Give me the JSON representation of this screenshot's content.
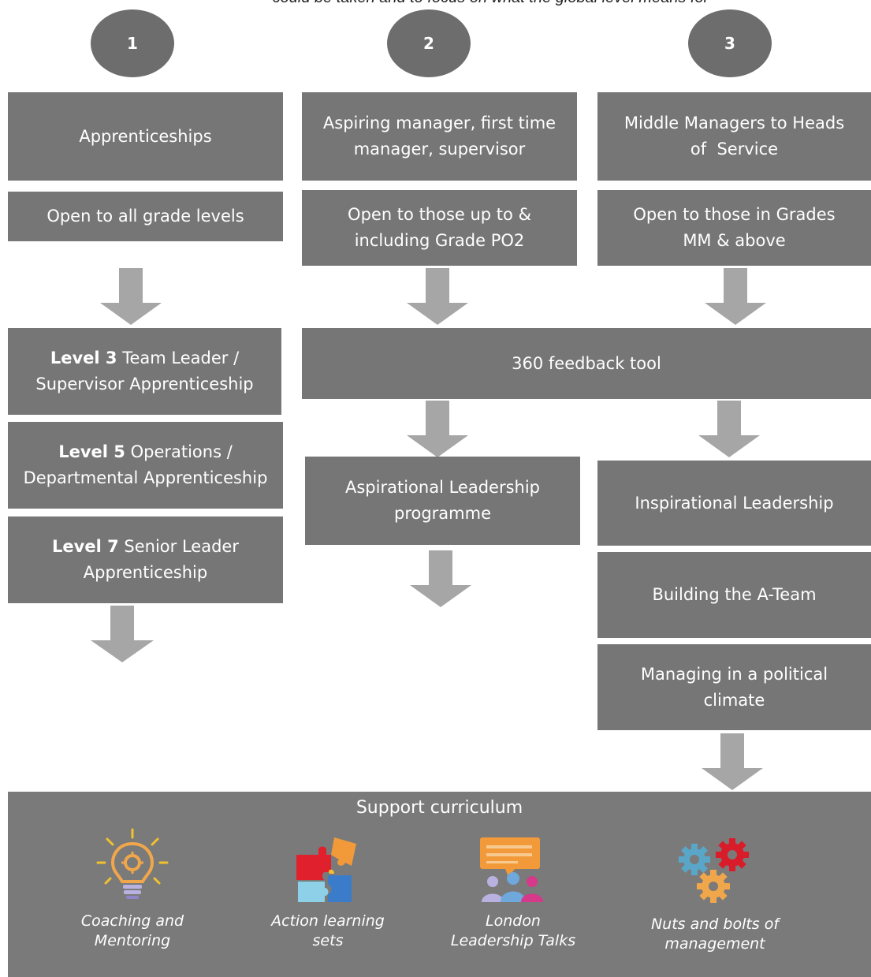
{
  "header_fragment": "could be taken and to focus on what the global level means for",
  "steps": [
    "1",
    "2",
    "3"
  ],
  "column1": {
    "title": "Apprenticeships",
    "eligibility": "Open to all grade levels",
    "items": [
      {
        "level": "Level 3",
        "rest1": " Team Leader /",
        "line2": "Supervisor Apprenticeship"
      },
      {
        "level": "Level 5",
        "rest1": " Operations /",
        "line2": "Departmental Apprenticeship"
      },
      {
        "level": "Level 7",
        "rest1": " Senior Leader",
        "line2": "Apprenticeship"
      }
    ]
  },
  "column2": {
    "title_line1": "Aspiring manager, first time",
    "title_line2": "manager, supervisor",
    "eligibility_line1": "Open to those up to &",
    "eligibility_line2": "including Grade PO2",
    "programme_line1": "Aspirational Leadership",
    "programme_line2": "programme"
  },
  "column3": {
    "title_line1": "Middle Managers to Heads",
    "title_line2": "of  Service",
    "eligibility_line1": "Open to those in Grades",
    "eligibility_line2": "MM & above",
    "programmes": [
      "Inspirational Leadership",
      "Building the A-Team"
    ],
    "political_line1": "Managing in a political",
    "political_line2": "climate"
  },
  "shared": {
    "feedback": "360 feedback tool"
  },
  "support": {
    "title": "Support curriculum",
    "tools": [
      {
        "line1": "Coaching and",
        "line2": "Mentoring",
        "icon": "lightbulb-icon"
      },
      {
        "line1": "Action learning",
        "line2": "sets",
        "icon": "puzzle-icon"
      },
      {
        "line1": "London",
        "line2": "Leadership Talks",
        "icon": "people-talk-icon"
      },
      {
        "line1": "Nuts and bolts of",
        "line2": "management",
        "icon": "gears-icon"
      }
    ]
  },
  "colors": {
    "box": "#767676",
    "step": "#6d6d6d",
    "arrow": "#a6a6a6",
    "support": "#7a7a7a"
  }
}
